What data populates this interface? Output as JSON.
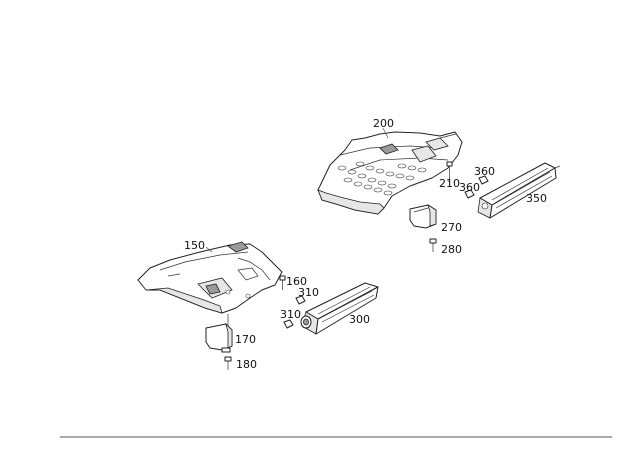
{
  "diagram": {
    "callouts": {
      "c200": "200",
      "c210": "210",
      "c360a": "360",
      "c360b": "360",
      "c350": "350",
      "c270": "270",
      "c280": "280",
      "c150": "150",
      "c160": "160",
      "c310a": "310",
      "c310b": "310",
      "c300": "300",
      "c170": "170",
      "c180": "180"
    }
  }
}
